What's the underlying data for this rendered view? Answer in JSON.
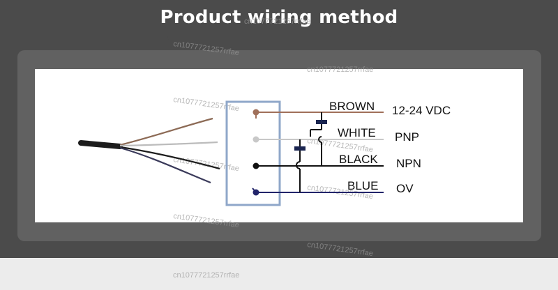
{
  "title": "Product wiring method",
  "watermark": "cn1077721257rrfae",
  "wires": [
    {
      "name": "BROWN",
      "function": "12-24 VDC",
      "color": "#a0705a"
    },
    {
      "name": "WHITE",
      "function": "PNP",
      "color": "#c8c8c8"
    },
    {
      "name": "BLACK",
      "function": "NPN",
      "color": "#111111"
    },
    {
      "name": "BLUE",
      "function": "OV",
      "color": "#22246a"
    }
  ],
  "colors": {
    "background_dark": "#4b4b4b",
    "panel": "#616161",
    "connector_box": "#8fa7c9",
    "capacitor": "#1a2550"
  }
}
